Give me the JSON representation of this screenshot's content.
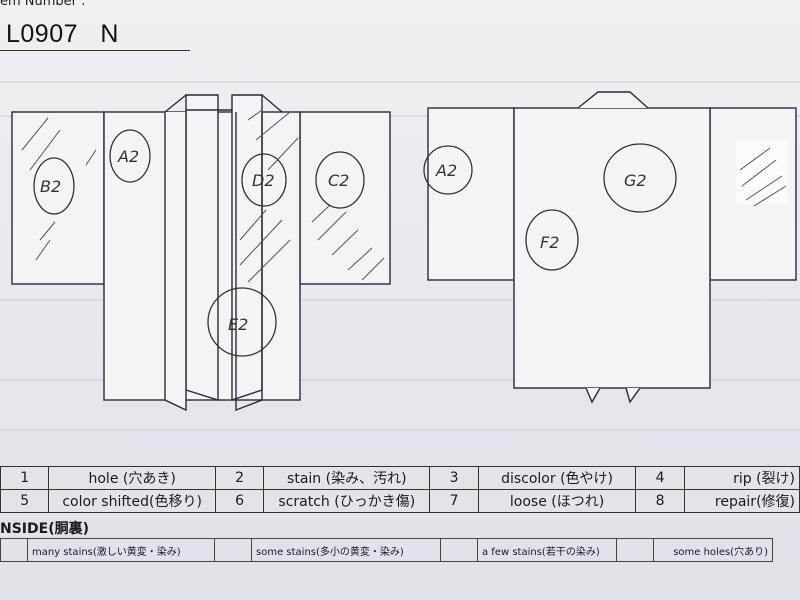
{
  "header": {
    "label": "em Number :",
    "item_number": "L0907",
    "item_suffix": "N"
  },
  "annotations": {
    "front": [
      "B2",
      "A2",
      "D2",
      "C2",
      "E2"
    ],
    "back": [
      "A2",
      "G2",
      "F2"
    ]
  },
  "legend": {
    "rows": [
      [
        {
          "num": "1",
          "desc": "hole (穴あき)"
        },
        {
          "num": "2",
          "desc": "stain (染み、汚れ)"
        },
        {
          "num": "3",
          "desc": "discolor (色やけ)"
        },
        {
          "num": "4",
          "desc": "rip (裂け)"
        }
      ],
      [
        {
          "num": "5",
          "desc": "color shifted(色移り)"
        },
        {
          "num": "6",
          "desc": "scratch (ひっかき傷)"
        },
        {
          "num": "7",
          "desc": "loose (ほつれ)"
        },
        {
          "num": "8",
          "desc": "repair(修復)"
        }
      ]
    ]
  },
  "inside": {
    "label": "NSIDE(胴裏)",
    "items": [
      "many stains(激しい黄変・染み)",
      "some stains(多小の黄変・染み)",
      "a few stains(若干の染み)",
      "some holes(穴あり)"
    ]
  }
}
